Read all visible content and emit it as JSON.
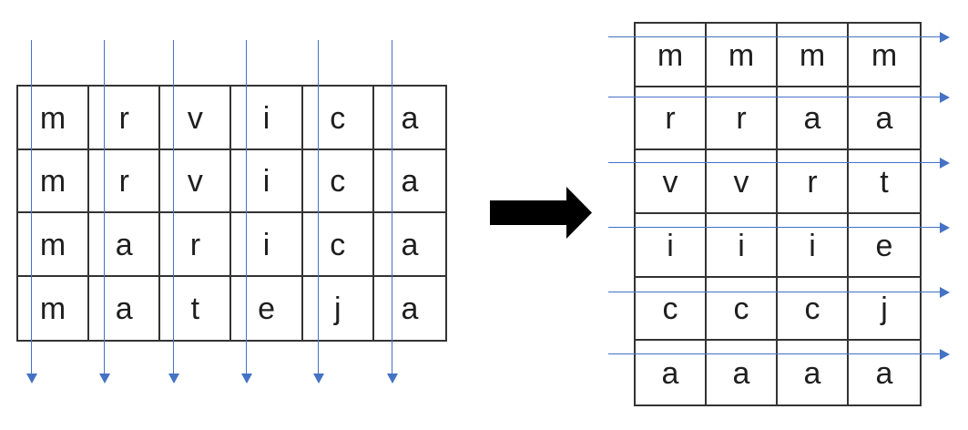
{
  "colors": {
    "arrow_blue": "#4472C4",
    "table_border": "#333333",
    "letter_text": "#1f1f1f",
    "transform_arrow_black": "#000000"
  },
  "left_table": {
    "rows": [
      [
        "m",
        "r",
        "v",
        "i",
        "c",
        "a"
      ],
      [
        "m",
        "r",
        "v",
        "i",
        "c",
        "a"
      ],
      [
        "m",
        "a",
        "r",
        "i",
        "c",
        "a"
      ],
      [
        "m",
        "a",
        "t",
        "e",
        "j",
        "a"
      ]
    ]
  },
  "right_table": {
    "rows": [
      [
        "m",
        "m",
        "m",
        "m"
      ],
      [
        "r",
        "r",
        "a",
        "a"
      ],
      [
        "v",
        "v",
        "r",
        "t"
      ],
      [
        "i",
        "i",
        "i",
        "e"
      ],
      [
        "c",
        "c",
        "c",
        "j"
      ],
      [
        "a",
        "a",
        "a",
        "a"
      ]
    ]
  },
  "arrows": {
    "left_table_column_arrows": {
      "icon": "down-arrow-icon",
      "count": 6,
      "direction": "down"
    },
    "right_table_row_arrows": {
      "icon": "right-arrow-icon",
      "count": 6,
      "direction": "right"
    },
    "transform_arrow": {
      "icon": "right-arrow-icon",
      "color": "#000000"
    }
  }
}
